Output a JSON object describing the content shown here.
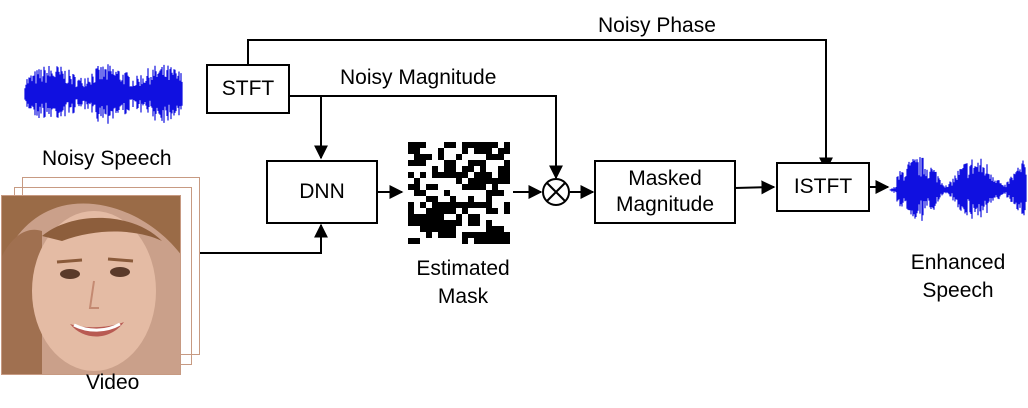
{
  "labels": {
    "noisy_phase": "Noisy Phase",
    "noisy_magnitude": "Noisy Magnitude",
    "noisy_speech": "Noisy Speech",
    "video": "Video",
    "estimated_mask_line1": "Estimated",
    "estimated_mask_line2": "Mask",
    "enhanced_speech_line1": "Enhanced",
    "enhanced_speech_line2": "Speech"
  },
  "blocks": {
    "stft": "STFT",
    "dnn": "DNN",
    "masked_magnitude_line1": "Masked",
    "masked_magnitude_line2": "Magnitude",
    "istft": "ISTFT"
  },
  "operators": {
    "multiply": "⊗"
  },
  "colors": {
    "waveform": "#1010e0",
    "line": "#000000",
    "skin": "#e4bba4",
    "hair": "#9a6b47"
  }
}
